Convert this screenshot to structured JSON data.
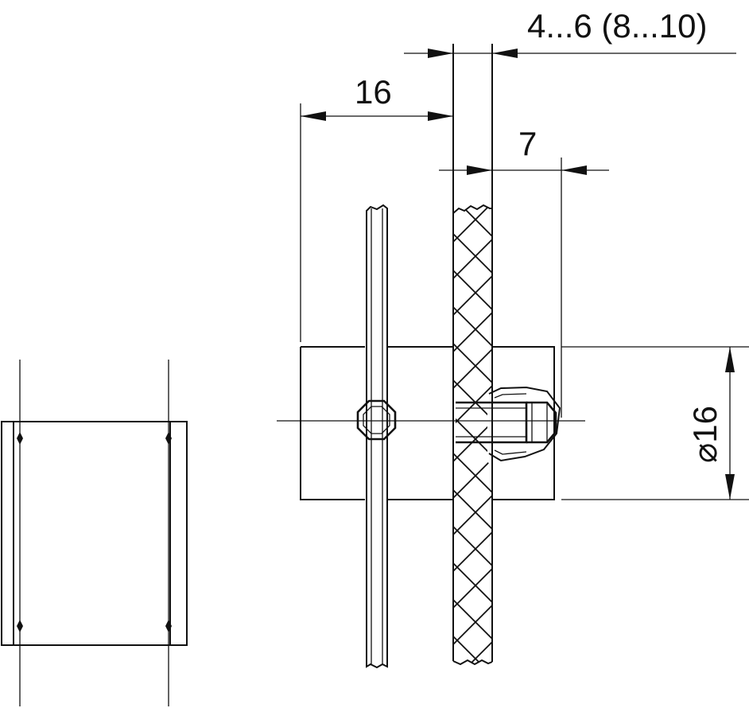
{
  "dimensions": {
    "thickness_label": "4...6 (8...10)",
    "distance_label": "16",
    "depth_label": "7",
    "diameter_label": "⌀16"
  },
  "colors": {
    "line": "#111111",
    "background": "#ffffff"
  }
}
